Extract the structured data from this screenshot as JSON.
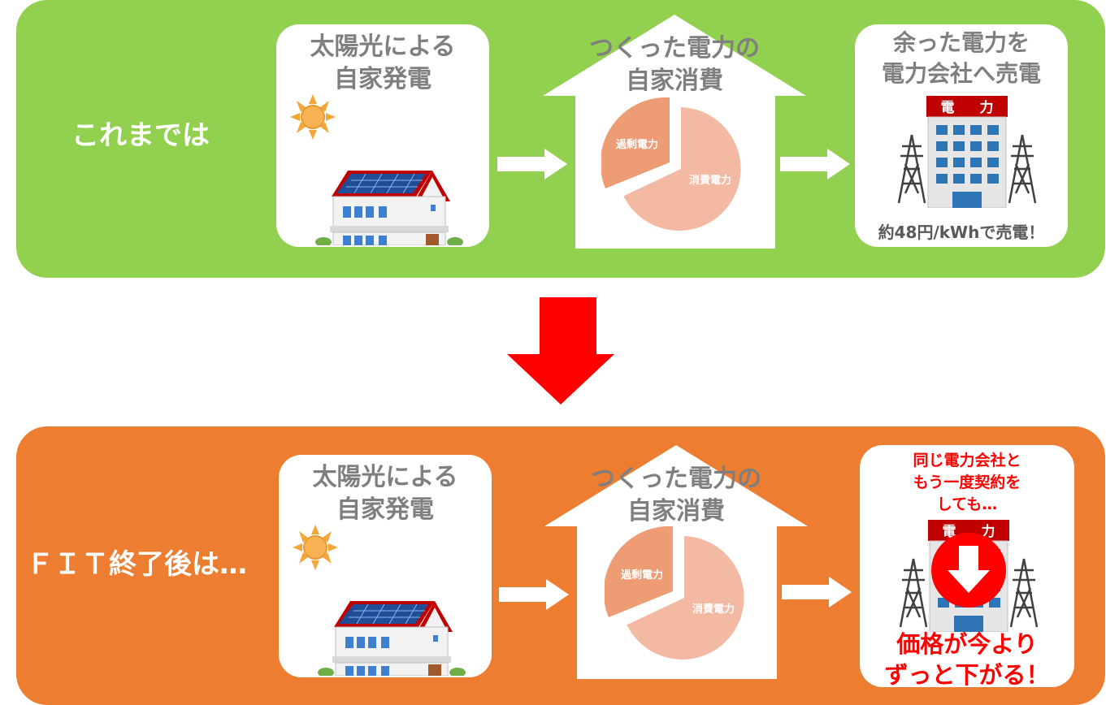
{
  "rows": [
    {
      "label": "これまでは",
      "generation_title": [
        "太陽光による",
        "自家発電"
      ],
      "consumption_title": [
        "つくった電力の",
        "自家消費"
      ],
      "pie": {
        "surplus_label": "過剰電力",
        "consumption_label": "消費電力"
      },
      "sale_title": [
        "余った電力を",
        "電力会社へ売電"
      ],
      "building_sign": [
        "電",
        "力"
      ],
      "price": "約48円/kWhで売電！"
    },
    {
      "label": "ＦＩＴ終了後は…",
      "generation_title": [
        "太陽光による",
        "自家発電"
      ],
      "consumption_title": [
        "つくった電力の",
        "自家消費"
      ],
      "pie": {
        "surplus_label": "過剰電力",
        "consumption_label": "消費電力"
      },
      "note": [
        "同じ電力会社と",
        "もう一度契約を",
        "しても…"
      ],
      "building_sign": [
        "電",
        "力"
      ],
      "result": [
        "価格が今より",
        "ずっと下がる！"
      ]
    }
  ],
  "colors": {
    "before_panel": "#92d050",
    "after_panel": "#ed7d31",
    "transition_arrow": "#ff0000",
    "pie_surplus": "#ed9c74",
    "pie_consumption": "#f4b9a2"
  }
}
